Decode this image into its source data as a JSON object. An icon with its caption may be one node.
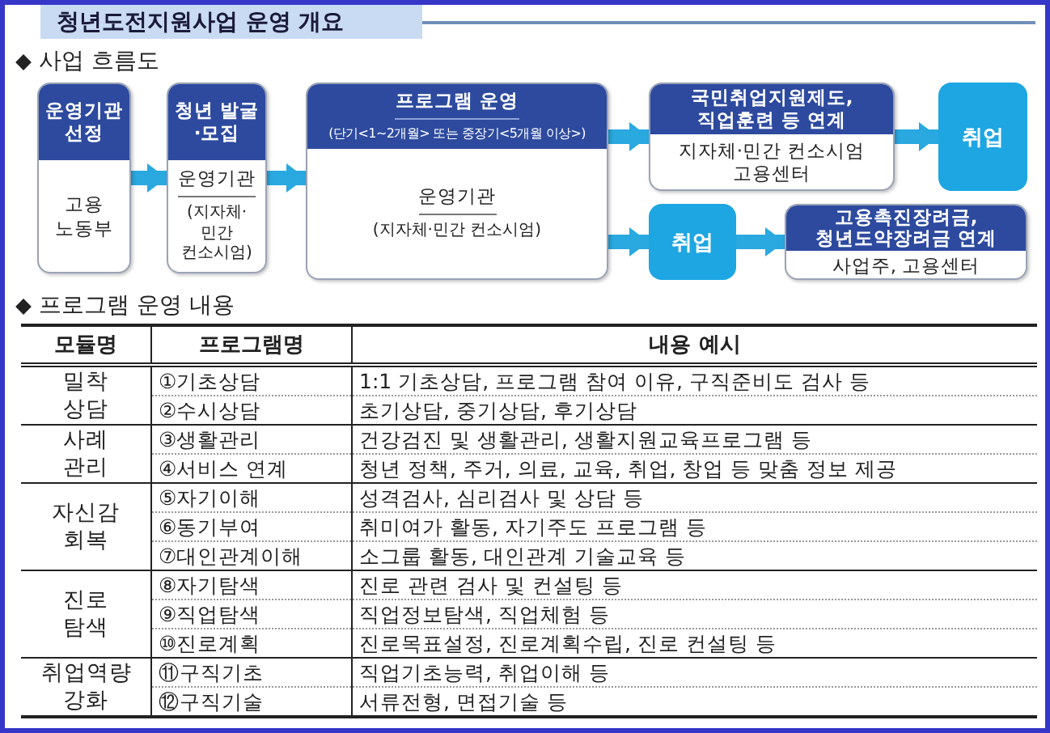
{
  "diagram": {
    "title": "청년도전지원사업 운영 개요",
    "nodes": [
      {
        "text": [
          "운영기관 선정",
          "고용 노동부"
        ]
      },
      {
        "text": [
          "청년 발굴·모집",
          "운영기관",
          "(지자체·민간 컨소시엄)"
        ]
      },
      {
        "text": [
          "프로그램 운영",
          "(단기<1~2개월> 또는 중장기<5개월 이상>)",
          "운영기관",
          "(지자체·민간 컨소시엄)"
        ]
      },
      {
        "text": [
          "국민취업지원제도, 직업훈련 등 연계",
          "지자체·민간 컨소시엄 고용센터"
        ]
      },
      {
        "text": [
          "취업"
        ]
      },
      {
        "text": [
          "취업"
        ]
      },
      {
        "text": [
          "고용촉진장려금, 청년도약장려금 연계",
          "사업주, 고용센터"
        ]
      }
    ],
    "edges": [
      {
        "from": 0,
        "to": 1,
        "arrow": "to"
      },
      {
        "from": 1,
        "to": 2,
        "arrow": "to"
      },
      {
        "from": 2,
        "to": 3,
        "arrow": "to"
      },
      {
        "from": 3,
        "to": 4,
        "arrow": "to"
      },
      {
        "from": 2,
        "to": 5,
        "arrow": "to"
      },
      {
        "from": 5,
        "to": 6,
        "arrow": "to"
      }
    ],
    "labels": [
      "사업 흐름도",
      "프로그램 운영 내용",
      "모듈명",
      "프로그램명",
      "내용 예시",
      "밀착 상담",
      "①기초상담",
      "1:1 기초상담, 프로그램 참여 이유, 구직준비도 검사 등",
      "②수시상담",
      "초기상담, 중기상담, 후기상담",
      "사례 관리",
      "③생활관리",
      "건강검진 및 생활관리, 생활지원교육프로그램 등",
      "④서비스 연계",
      "청년 정책, 주거, 의료, 교육, 취업, 창업 등 맞춤 정보 제공",
      "자신감 회복",
      "⑤자기이해",
      "성격검사, 심리검사 및 상담 등",
      "⑥동기부여",
      "취미여가 활동, 자기주도 프로그램 등",
      "⑦대인관계이해",
      "소그룹 활동, 대인관계 기술교육 등",
      "진로 탐색",
      "⑧자기탐색",
      "진로 관련 검사 및 컨설팅 등",
      "⑨직업탐색",
      "직업정보탐색, 직업체험 등",
      "⑩진로계획",
      "진로목표설정, 진로계획수립, 진로 컨설팅 등",
      "취업역량 강화",
      "⑪구직기초",
      "직업기초능력, 취업이해 등",
      "⑫구직기술",
      "서류전형, 면접기술 등"
    ]
  }
}
